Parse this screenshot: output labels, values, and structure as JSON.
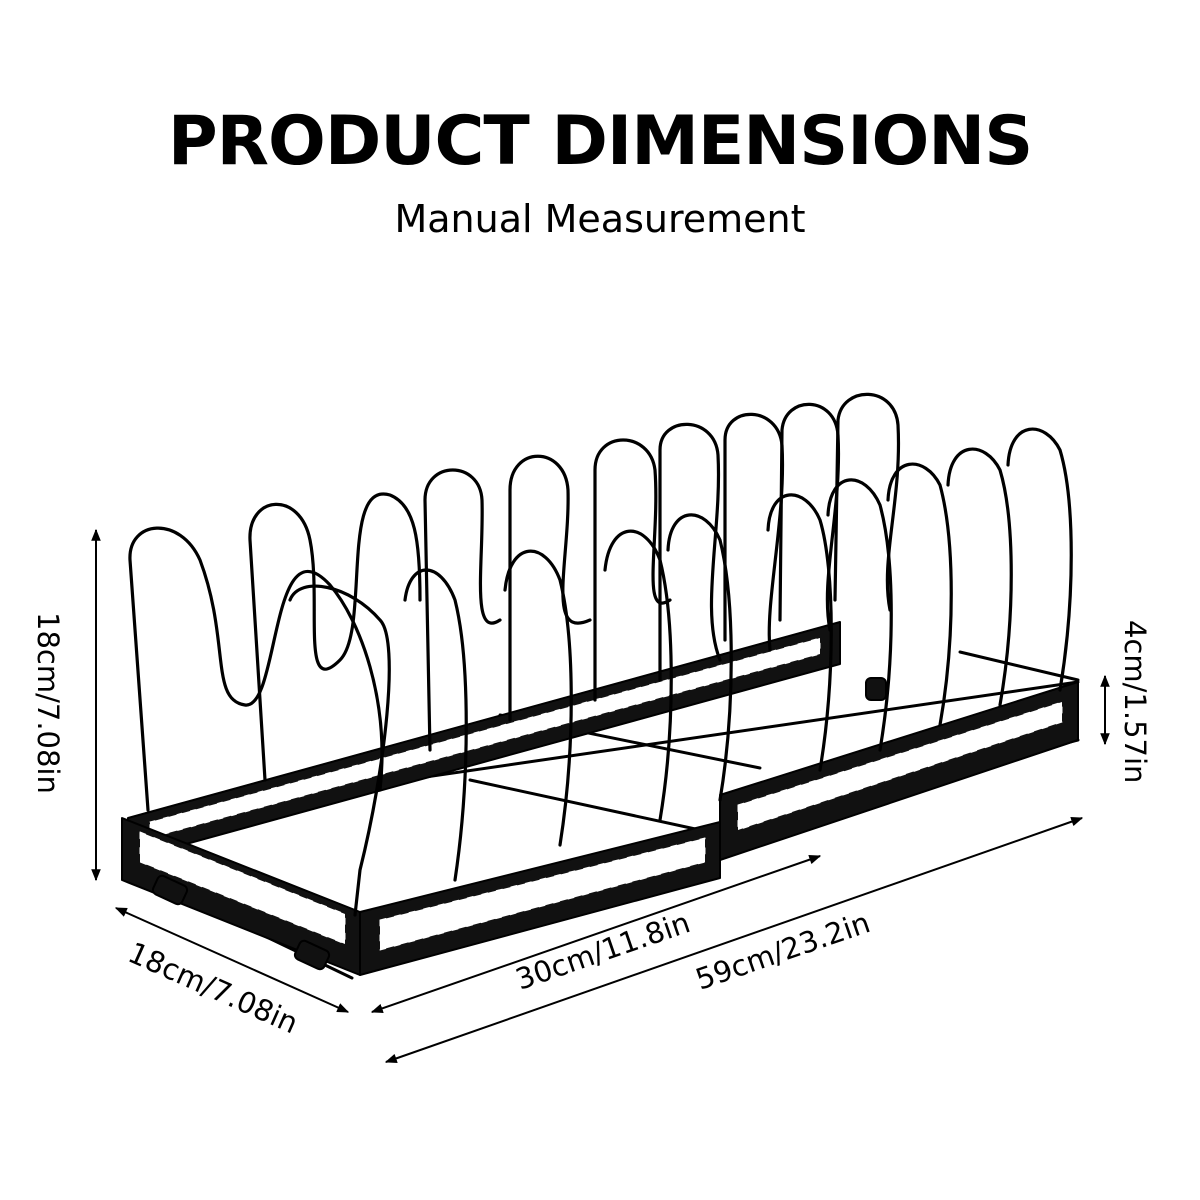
{
  "header": {
    "title": "PRODUCT DIMENSIONS",
    "subtitle": "Manual Measurement"
  },
  "dimensions": {
    "height": "18cm/7.08in",
    "depth": "18cm/7.08in",
    "min_length": "30cm/11.8in",
    "max_length": "59cm/23.2in",
    "rail_height": "4cm/1.57in"
  },
  "colors": {
    "ink": "#000000",
    "background": "#ffffff"
  }
}
